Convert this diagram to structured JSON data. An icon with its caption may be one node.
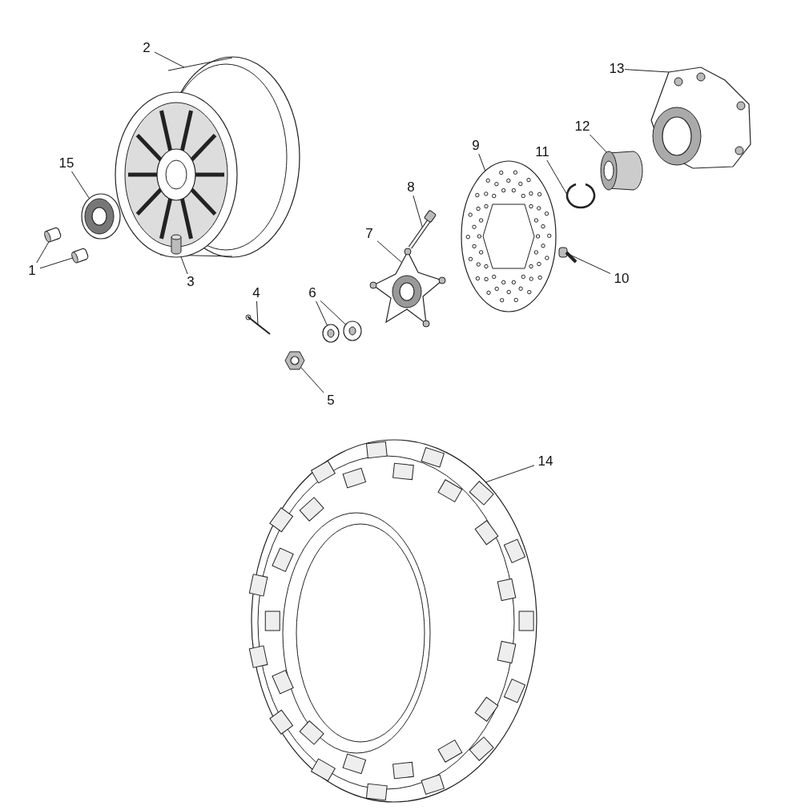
{
  "diagram": {
    "nodes": [
      {
        "text": [
          "1"
        ]
      },
      {
        "text": [
          "2"
        ]
      },
      {
        "text": [
          "3"
        ]
      },
      {
        "text": [
          "4"
        ]
      },
      {
        "text": [
          "5"
        ]
      },
      {
        "text": [
          "6"
        ]
      },
      {
        "text": [
          "7"
        ]
      },
      {
        "text": [
          "8"
        ]
      },
      {
        "text": [
          "9"
        ]
      },
      {
        "text": [
          "10"
        ]
      },
      {
        "text": [
          "11"
        ]
      },
      {
        "text": [
          "12"
        ]
      },
      {
        "text": [
          "13"
        ]
      },
      {
        "text": [
          "14"
        ]
      },
      {
        "text": [
          "15"
        ]
      },
      {
        "text": [],
        "shape": "picture"
      },
      {
        "text": [],
        "shape": "picture"
      },
      {
        "text": [],
        "shape": "picture"
      },
      {
        "text": [],
        "shape": "cylinder"
      },
      {
        "text": [],
        "shape": "picture"
      },
      {
        "text": [],
        "shape": "picture"
      },
      {
        "text": [],
        "shape": "picture"
      },
      {
        "text": [],
        "shape": "picture"
      },
      {
        "text": [],
        "shape": "picture"
      },
      {
        "text": [],
        "shape": "picture"
      },
      {
        "text": [],
        "shape": "picture"
      },
      {
        "text": [],
        "shape": "picture"
      },
      {
        "text": [],
        "shape": "picture"
      },
      {
        "text": [],
        "shape": "cylinder"
      },
      {
        "text": [],
        "shape": "picture"
      },
      {
        "text": [],
        "shape": "picture"
      },
      {
        "text": [],
        "shape": "picture"
      }
    ],
    "edges": [
      {
        "from": 0,
        "to": 15,
        "arrow": "none"
      },
      {
        "from": 0,
        "to": 16,
        "arrow": "none"
      },
      {
        "from": 1,
        "to": 17,
        "arrow": "none"
      },
      {
        "from": 2,
        "to": 18,
        "arrow": "none"
      },
      {
        "from": 3,
        "to": 19,
        "arrow": "none"
      },
      {
        "from": 4,
        "to": 20,
        "arrow": "none"
      },
      {
        "from": 5,
        "to": 21,
        "arrow": "none"
      },
      {
        "from": 5,
        "to": 22,
        "arrow": "none"
      },
      {
        "from": 6,
        "to": 23,
        "arrow": "none"
      },
      {
        "from": 7,
        "to": 24,
        "arrow": "none"
      },
      {
        "from": 8,
        "to": 25,
        "arrow": "none"
      },
      {
        "from": 9,
        "to": 26,
        "arrow": "none"
      },
      {
        "from": 10,
        "to": 27,
        "arrow": "none"
      },
      {
        "from": 11,
        "to": 28,
        "arrow": "none"
      },
      {
        "from": 12,
        "to": 29,
        "arrow": "none"
      },
      {
        "from": 13,
        "to": 30,
        "arrow": "none"
      },
      {
        "from": 14,
        "to": 31,
        "arrow": "none"
      }
    ]
  }
}
